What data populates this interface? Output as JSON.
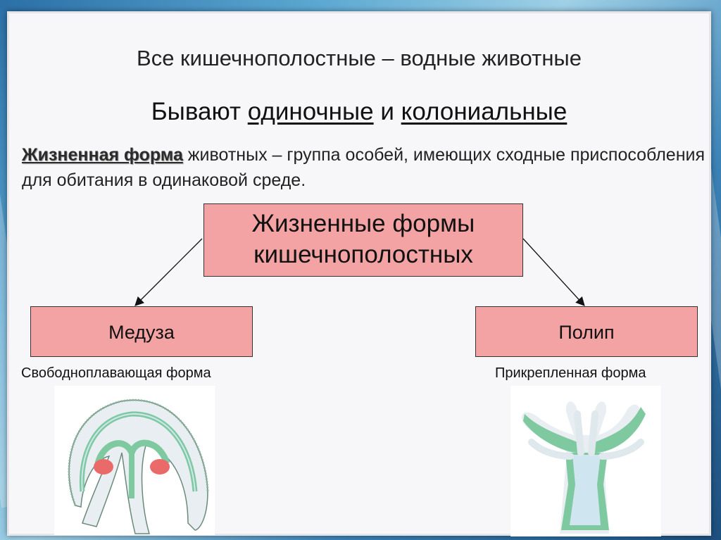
{
  "slide": {
    "title": "Все кишечнополостные – водные животные",
    "subtitle": {
      "prefix": "Бывают",
      "option1": "одиночные",
      "conj": "и",
      "option2": "колониальные"
    },
    "definition": {
      "term": "Жизненная форма",
      "text": " животных – группа особей, имеющих сходные приспособления для обитания в одинаковой среде."
    },
    "diagram": {
      "root": {
        "line1": "Жизненные формы",
        "line2": "кишечнополостных"
      },
      "left": {
        "label": "Медуза",
        "caption": "Свободноплавающая форма"
      },
      "right": {
        "label": "Полип",
        "caption": "Прикрепленная форма"
      }
    }
  },
  "colors": {
    "box_fill": "#f4a3a4",
    "body_green": "#7fc9a0",
    "body_fill": "#cfe6f0",
    "gonad_red": "#ea6a6a"
  }
}
